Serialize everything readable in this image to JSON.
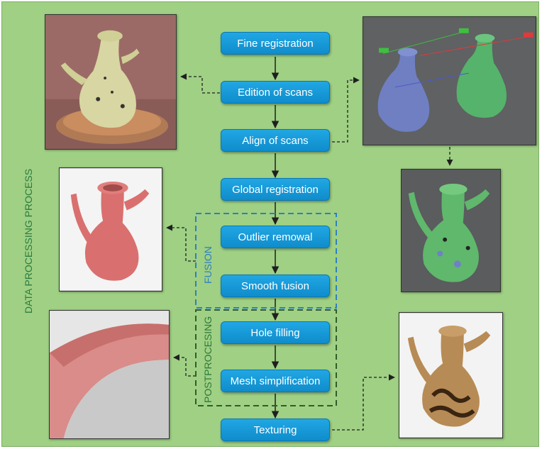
{
  "side_label": "DATA PROCESSING PROCESS",
  "steps": [
    "Fine registration",
    "Edition of scans",
    "Align of scans",
    "Global registration",
    "Outlier remowal",
    "Smooth fusion",
    "Hole filling",
    "Mesh simplification",
    "Texturing"
  ],
  "groups": {
    "fusion": "FUSION",
    "postprocessing": "POSTPROCESING"
  },
  "colors": {
    "background": "#9fd084",
    "step_fill": "#1a9dd9",
    "fusion_border": "#2f7fc1",
    "postprocessing_border": "#2f5e2a",
    "arrow": "#1f1f1f"
  }
}
